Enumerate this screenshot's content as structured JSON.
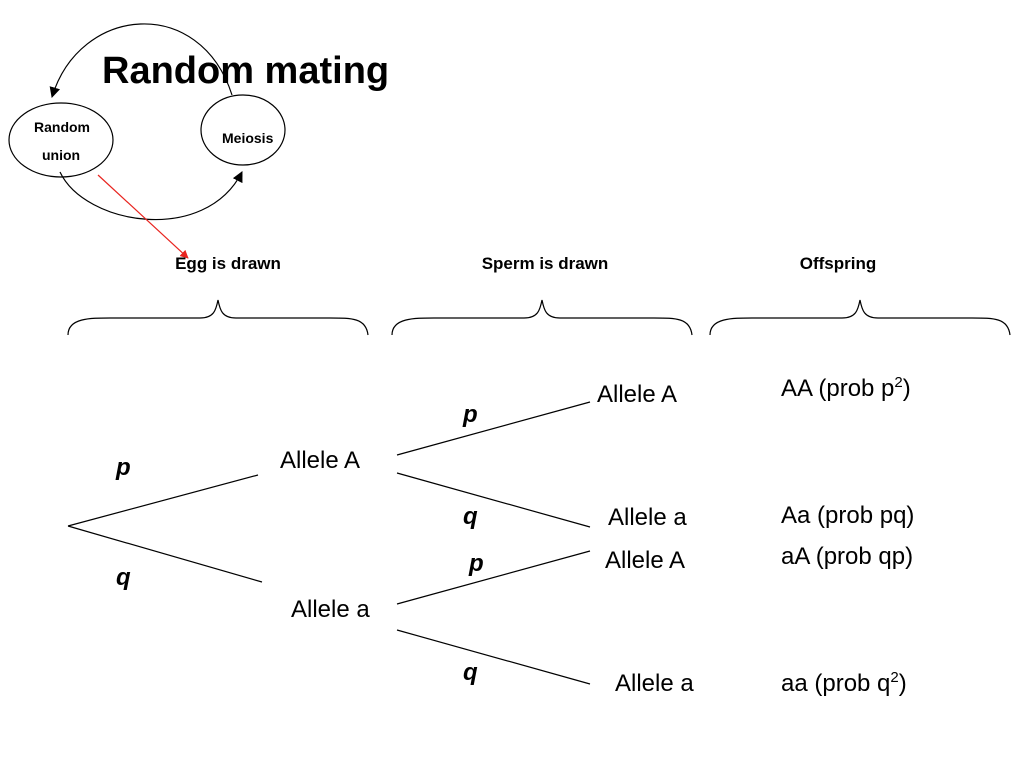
{
  "title": "Random mating",
  "cycle": {
    "union_label_line1": "Random",
    "union_label_line2": "union",
    "meiosis_label": "Meiosis"
  },
  "headers": {
    "egg": "Egg is drawn",
    "sperm": "Sperm is drawn",
    "offspring": "Offspring"
  },
  "egg_branches": {
    "top_prob": "p",
    "bottom_prob": "q",
    "top_allele": "Allele A",
    "bottom_allele": "Allele a"
  },
  "sperm_branches": [
    {
      "prob": "p",
      "allele": "Allele A"
    },
    {
      "prob": "q",
      "allele": "Allele a"
    },
    {
      "prob": "p",
      "allele": "Allele A"
    },
    {
      "prob": "q",
      "allele": "Allele a"
    }
  ],
  "offspring": [
    {
      "text": "AA (prob p",
      "sup": "2",
      "close": ")"
    },
    {
      "text": "Aa (prob pq)",
      "sup": "",
      "close": ""
    },
    {
      "text": "aA (prob qp)",
      "sup": "",
      "close": ""
    },
    {
      "text": "aa (prob q",
      "sup": "2",
      "close": ")"
    }
  ],
  "colors": {
    "lines": "#000000",
    "arrow_red": "#e8241f"
  }
}
